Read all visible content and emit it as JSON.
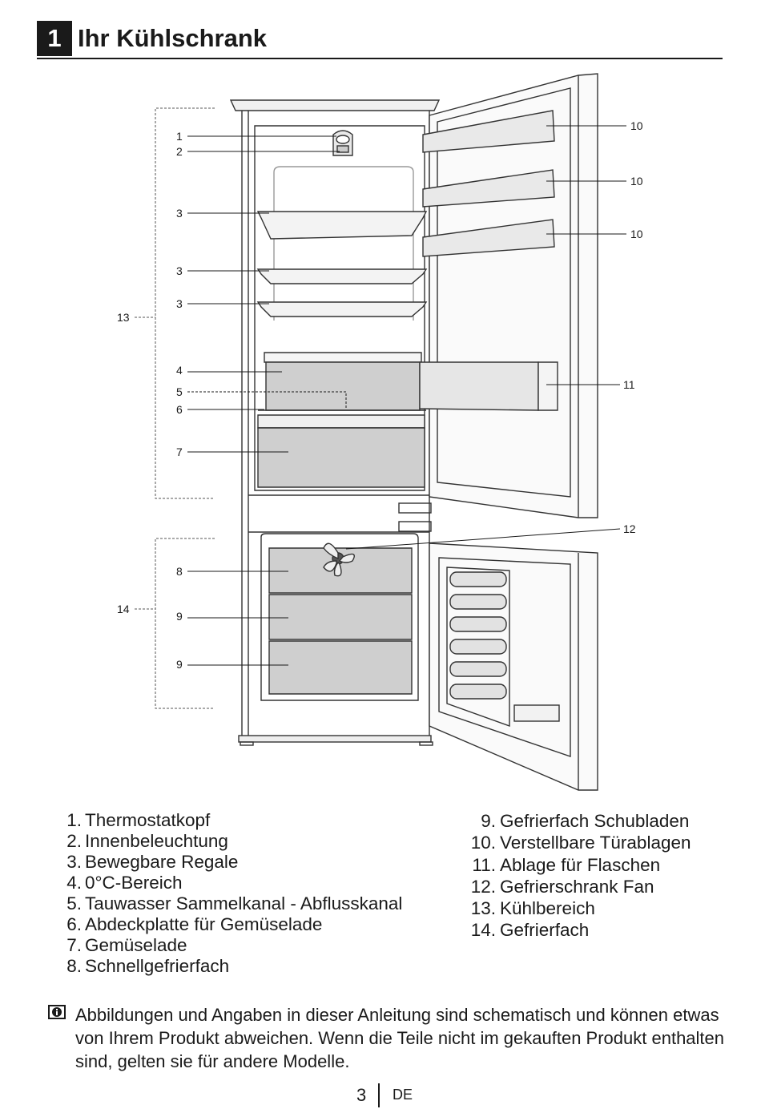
{
  "header": {
    "chapter_number": "1",
    "title": "Ihr Kühlschrank"
  },
  "diagram": {
    "callouts_left": [
      "1",
      "2",
      "3",
      "3",
      "3",
      "4",
      "5",
      "6",
      "7",
      "8",
      "9",
      "9"
    ],
    "callouts_right": [
      "10",
      "10",
      "10",
      "11",
      "12"
    ],
    "bracket_labels": [
      "13",
      "14"
    ]
  },
  "legend": {
    "left": [
      {
        "num": "1.",
        "text": "Thermostatkopf"
      },
      {
        "num": "2.",
        "text": "Innenbeleuchtung"
      },
      {
        "num": "3.",
        "text": "Bewegbare Regale"
      },
      {
        "num": "4.",
        "text": "0°C-Bereich"
      },
      {
        "num": "5.",
        "text": "Tauwasser Sammelkanal - Abflusskanal"
      },
      {
        "num": "6.",
        "text": "Abdeckplatte für Gemüselade"
      },
      {
        "num": "7.",
        "text": "Gemüselade"
      },
      {
        "num": "8.",
        "text": "Schnellgefrierfach"
      }
    ],
    "right": [
      {
        "num": "9.",
        "text": "Gefrierfach Schubladen"
      },
      {
        "num": "10.",
        "text": "Verstellbare Türablagen"
      },
      {
        "num": "11.",
        "text": "Ablage  für  Flaschen"
      },
      {
        "num": "12.",
        "text": "Gefrierschrank Fan"
      },
      {
        "num": "13.",
        "text": "Kühlbereich"
      },
      {
        "num": "14.",
        "text": "Gefrierfach"
      }
    ]
  },
  "note": {
    "icon": "info-icon",
    "text": "Abbildungen und Angaben in dieser Anleitung sind schematisch und können etwas von Ihrem Produkt abweichen. Wenn die Teile nicht im gekauften Produkt enthalten sind, gelten sie für andere Modelle."
  },
  "footer": {
    "page": "3",
    "language": "DE"
  }
}
